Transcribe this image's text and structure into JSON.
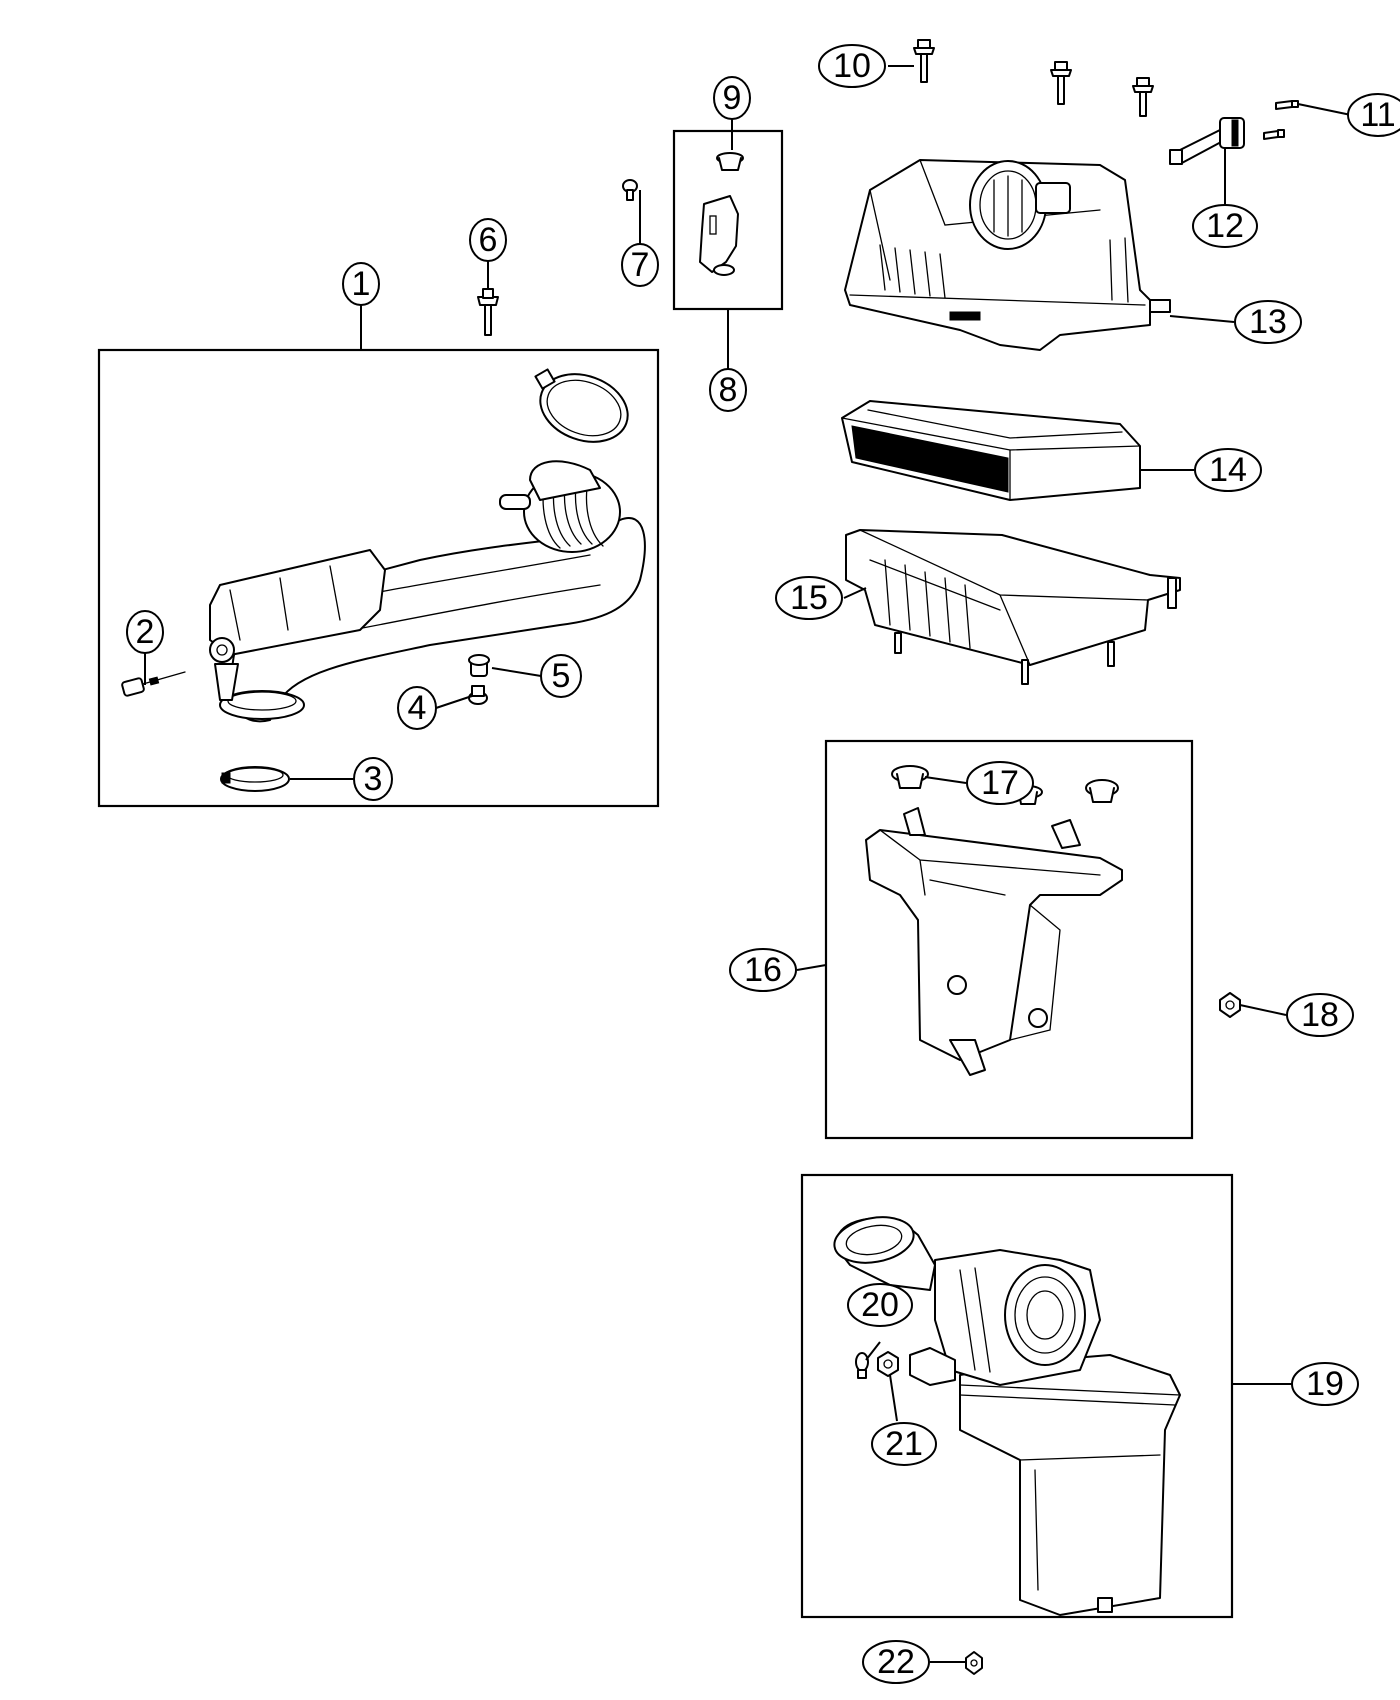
{
  "callouts": {
    "c1": "1",
    "c2": "2",
    "c3": "3",
    "c4": "4",
    "c5": "5",
    "c6": "6",
    "c7": "7",
    "c8": "8",
    "c9": "9",
    "c10": "10",
    "c11": "11",
    "c12": "12",
    "c13": "13",
    "c14": "14",
    "c15": "15",
    "c16": "16",
    "c17": "17",
    "c18": "18",
    "c19": "19",
    "c20": "20",
    "c21": "21",
    "c22": "22"
  },
  "colors": {
    "ink": "#000000",
    "paper": "#ffffff"
  }
}
